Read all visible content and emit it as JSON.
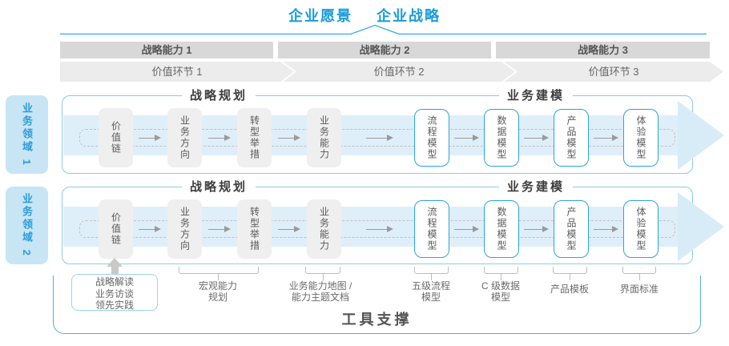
{
  "header": {
    "vision": "企业愿景",
    "strategy": "企业战略"
  },
  "capability_bars": [
    "战略能力 1",
    "战略能力 2",
    "战略能力 3"
  ],
  "value_chevrons": [
    "价值环节 1",
    "价值环节 2",
    "价值环节 3"
  ],
  "domains": [
    "业务领域 1",
    "业务领域 2"
  ],
  "lane": {
    "planning_title": "战略规划",
    "modeling_title": "业务建模",
    "planning_boxes": [
      "价值链",
      "业务方向",
      "转型举措",
      "业务能力"
    ],
    "modeling_boxes": [
      "流程模型",
      "数据模型",
      "产品模型",
      "体验模型"
    ]
  },
  "annotations": {
    "sources": "战略解读\n业务访谈\n领先实践",
    "macro_capability": "宏观能力\n规划",
    "capability_map": "业务能力地图 /\n能力主题文档",
    "process_model": "五级流程\n模型",
    "data_model": "C 级数据\n模型",
    "product_template": "产品模板",
    "ui_standard": "界面标准"
  },
  "footer": {
    "tool_support": "工具支撑"
  },
  "colors": {
    "accent_blue": "#1b9bd8",
    "box_border_blue": "#2aa4dc",
    "lane_border": "#8ccae9",
    "band_blue": "#dfeff9",
    "bar_gray": "#d8d8d8",
    "chevron_gray": "#ececec",
    "domain_strip": "#c7e5f4"
  }
}
